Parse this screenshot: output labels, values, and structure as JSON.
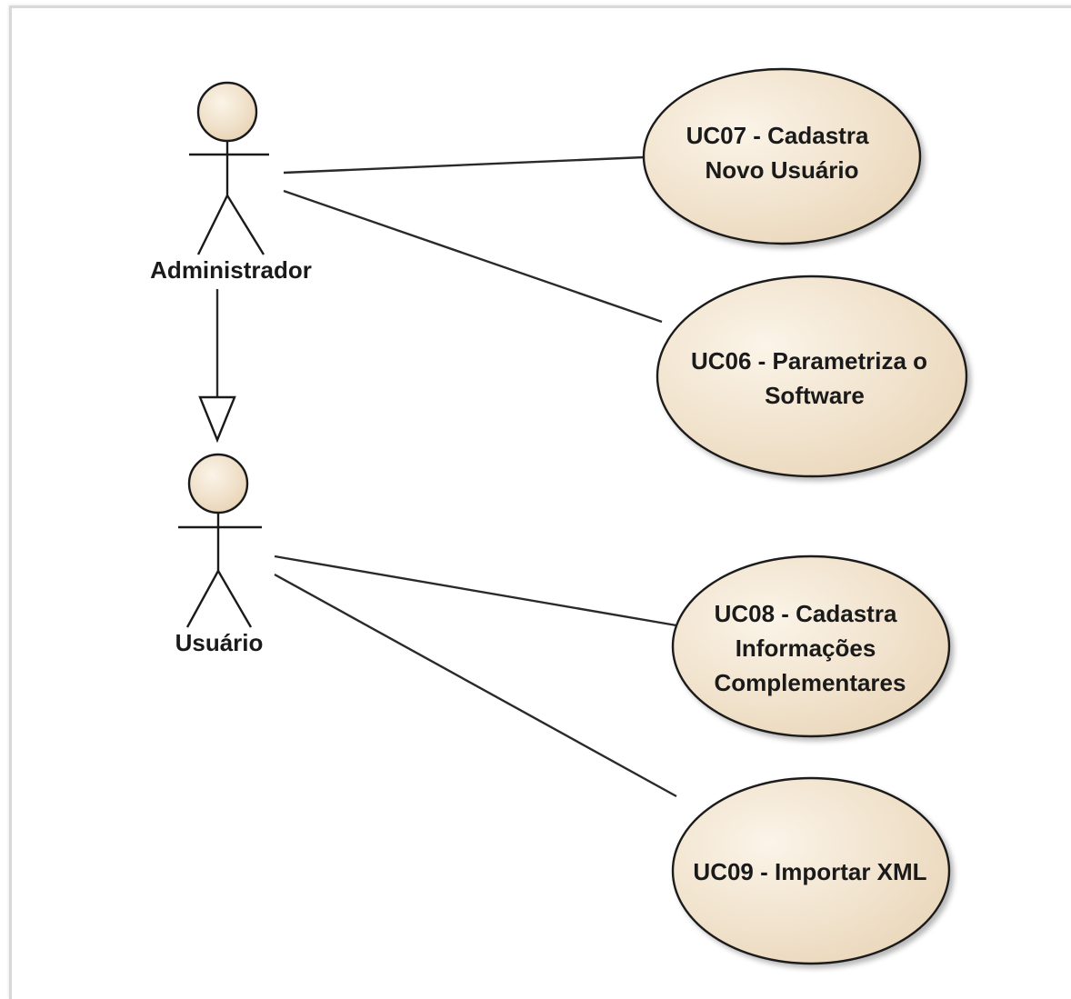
{
  "diagram": {
    "actors": [
      {
        "id": "admin",
        "label": "Administrador"
      },
      {
        "id": "user",
        "label": "Usuário"
      }
    ],
    "use_cases": [
      {
        "id": "uc07",
        "lines": [
          "UC07 - Cadastra",
          "Novo Usuário"
        ]
      },
      {
        "id": "uc06",
        "lines": [
          "UC06 - Parametriza o",
          "Software"
        ]
      },
      {
        "id": "uc08",
        "lines": [
          "UC08 - Cadastra",
          "Informações",
          "Complementares"
        ]
      },
      {
        "id": "uc09",
        "lines": [
          "UC09 - Importar XML"
        ]
      }
    ],
    "associations": [
      {
        "from": "admin",
        "to": "uc07"
      },
      {
        "from": "admin",
        "to": "uc06"
      },
      {
        "from": "user",
        "to": "uc08"
      },
      {
        "from": "user",
        "to": "uc09"
      }
    ],
    "generalizations": [
      {
        "from": "admin",
        "to": "user"
      }
    ],
    "colors": {
      "fill_light": "#fbf4e8",
      "fill_dark": "#ead7bb",
      "stroke": "#1a1a1a"
    }
  }
}
